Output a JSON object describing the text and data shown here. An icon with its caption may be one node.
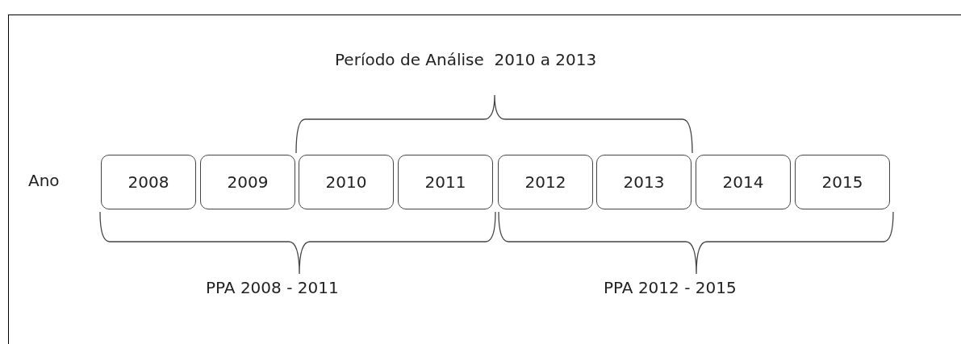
{
  "diagram": {
    "nodes": [
      {
        "text": [
          "2008"
        ]
      },
      {
        "text": [
          "2009"
        ]
      },
      {
        "text": [
          "2010"
        ]
      },
      {
        "text": [
          "2011"
        ]
      },
      {
        "text": [
          "2012"
        ]
      },
      {
        "text": [
          "2013"
        ]
      },
      {
        "text": [
          "2014"
        ]
      },
      {
        "text": [
          "2015"
        ]
      }
    ],
    "labels": [
      "Período de Análise  2010 a 2013",
      "Ano",
      "PPA 2008 - 2011",
      "PPA 2012 - 2015"
    ]
  }
}
